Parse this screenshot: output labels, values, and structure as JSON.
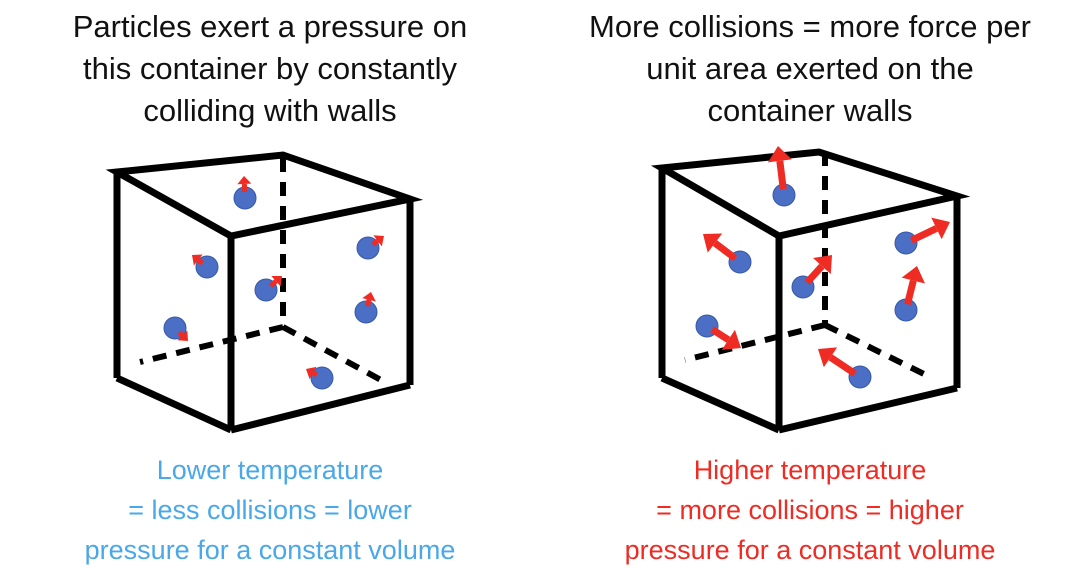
{
  "left": {
    "title_lines": [
      "Particles exert a pressure on",
      "this container by constantly",
      "colliding with walls"
    ],
    "caption_lines": [
      "Lower temperature",
      "= less collisions = lower",
      "pressure for a constant volume"
    ],
    "caption_color": "#4aa8e8"
  },
  "right": {
    "title_lines": [
      "More collisions = more force per",
      "unit area exerted on the",
      "container walls"
    ],
    "caption_lines": [
      "Higher temperature",
      "= more collisions = higher",
      "pressure for a constant volume"
    ],
    "caption_color": "#ee2c24"
  },
  "colors": {
    "particle": "#4a6fc4",
    "arrow": "#ee2c24",
    "edge": "#000000"
  }
}
